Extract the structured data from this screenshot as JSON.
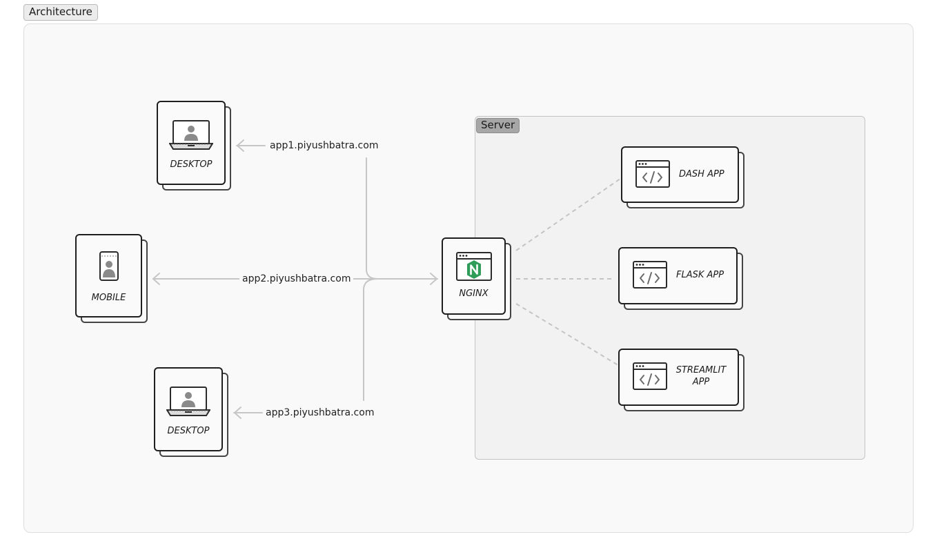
{
  "groups": {
    "architecture": "Architecture",
    "server": "Server"
  },
  "clients": [
    {
      "label": "DESKTOP",
      "icon": "laptop-user-icon"
    },
    {
      "label": "MOBILE",
      "icon": "phone-user-icon"
    },
    {
      "label": "DESKTOP",
      "icon": "laptop-user-icon"
    }
  ],
  "edges": [
    {
      "label": "app1.piyushbatra.com"
    },
    {
      "label": "app2.piyushbatra.com"
    },
    {
      "label": "app3.piyushbatra.com"
    }
  ],
  "proxy": {
    "label": "NGINX",
    "icon": "nginx-logo-icon",
    "accent": "#2e9d5a"
  },
  "apps": [
    {
      "label": "DASH APP",
      "icon": "code-window-icon"
    },
    {
      "label": "FLASK APP",
      "icon": "code-window-icon"
    },
    {
      "label": "STREAMLIT APP",
      "icon": "code-window-icon"
    }
  ]
}
